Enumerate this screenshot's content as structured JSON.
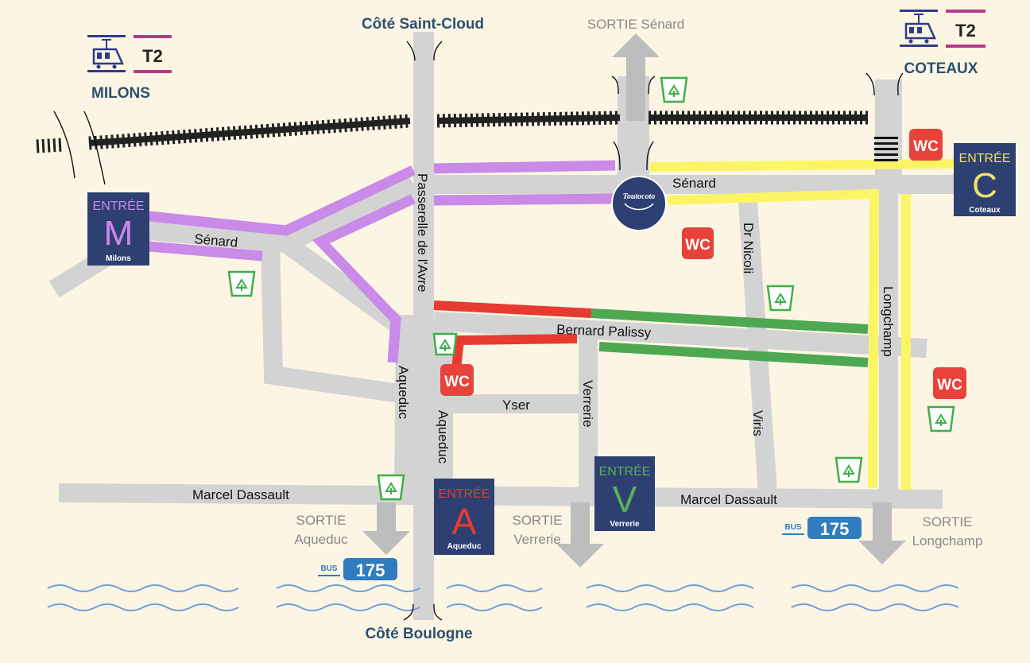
{
  "sides": {
    "top": "Côté Saint-Cloud",
    "bottom": "Côté Boulogne"
  },
  "tram": {
    "line_label": "T2",
    "stops": [
      {
        "name": "MILONS"
      },
      {
        "name": "COTEAUX"
      }
    ]
  },
  "streets": {
    "senard_left": "Sénard",
    "senard_right": "Sénard",
    "passerelle": "Passerelle de l'Avre",
    "aqueduc_left": "Aqueduc",
    "aqueduc_right": "Aqueduc",
    "bernard_palissy": "Bernard Palissy",
    "yser": "Yser",
    "verrerie": "Verrerie",
    "dr_nicoli": "Dr Nicoli",
    "viris": "Viris",
    "longchamp": "Longchamp",
    "marcel_left": "Marcel Dassault",
    "marcel_right": "Marcel Dassault"
  },
  "exits": {
    "senard": {
      "line1": "SORTIE Sénard"
    },
    "aqueduc": {
      "line1": "SORTIE",
      "line2": "Aqueduc"
    },
    "verrerie": {
      "line1": "SORTIE",
      "line2": "Verrerie"
    },
    "longchamp": {
      "line1": "SORTIE",
      "line2": "Longchamp"
    }
  },
  "entrances": {
    "m": {
      "word": "ENTRÉE",
      "letter": "M",
      "name": "Milons",
      "color": "#c98ae8"
    },
    "a": {
      "word": "ENTRÉE",
      "letter": "A",
      "name": "Aqueduc",
      "color": "#e63b2e"
    },
    "v": {
      "word": "ENTRÉE",
      "letter": "V",
      "name": "Verrerie",
      "color": "#56b357"
    },
    "c": {
      "word": "ENTRÉE",
      "letter": "C",
      "name": "Coteaux",
      "color": "#f1e16a"
    }
  },
  "wc_label": "WC",
  "bus": {
    "prefix": "BUS",
    "number": "175"
  },
  "venue_logo_text": "Toutocoto",
  "colors": {
    "background": "#fdf5e4",
    "road": "#d3d3d3",
    "entrance_bg": "#2e3f72",
    "wc": "#e8423a",
    "recycle": "#3fae49",
    "bus": "#2f7cc1",
    "tram_blue": "#2e3b8a",
    "tram_magenta": "#b5398b"
  },
  "icons": [
    "tram-icon",
    "recycle-bin-icon",
    "wc-icon",
    "bus-icon",
    "exit-arrow-icon"
  ]
}
